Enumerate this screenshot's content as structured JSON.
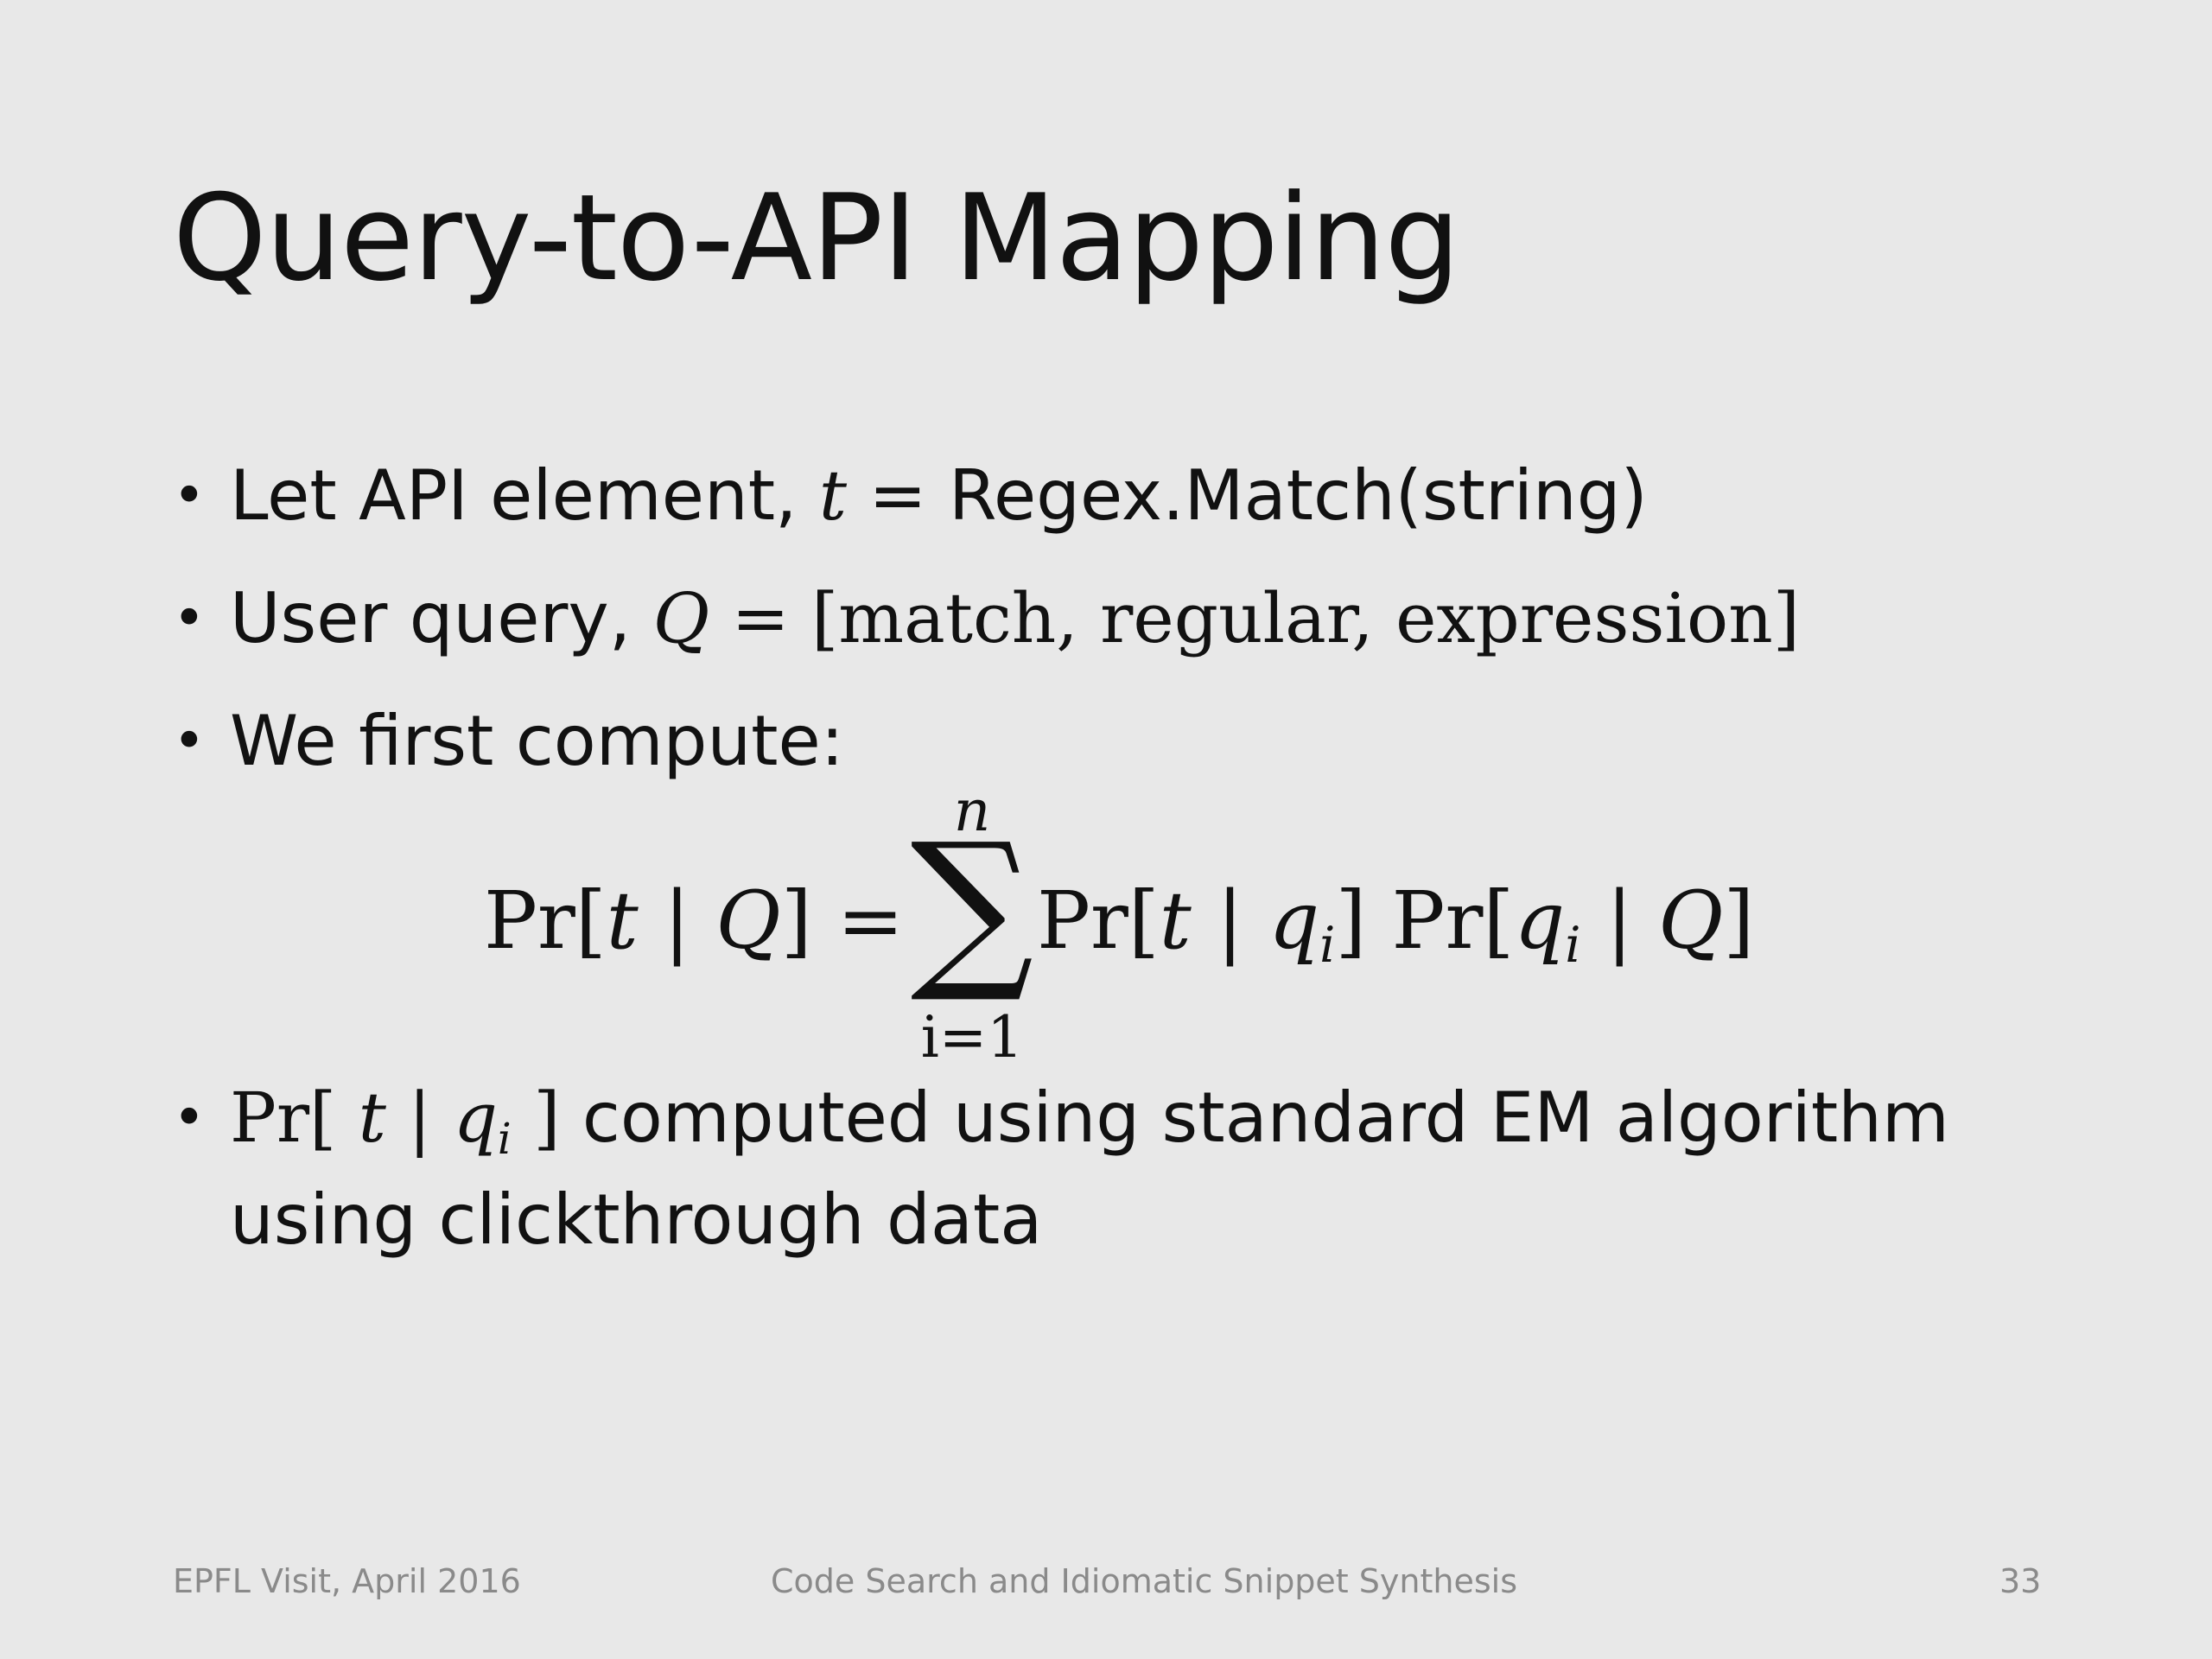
{
  "slide": {
    "title": "Query-to-API Mapping",
    "bullets": [
      {
        "pre": "Let API element, ",
        "var": "t",
        "post": " = Regex.Match(string)"
      },
      {
        "pre": "User query, ",
        "var": "Q",
        "eq": " = ",
        "list": "[match, regular, expression]"
      },
      {
        "text": "We first compute:"
      },
      {
        "m_open": "Pr[ ",
        "var": "t",
        "bar": " | ",
        "q": "q",
        "sub": "i",
        "m_close": " ]",
        "line1": " computed using standard EM algorithm",
        "line2": "using clickthrough data"
      }
    ],
    "formula": {
      "lhs_pr": "Pr[",
      "lhs_t": "t",
      "lhs_bar": " | ",
      "lhs_Q": "Q",
      "lhs_close": "]",
      "eq": " = ",
      "sum_upper": "n",
      "sum_symbol": "∑",
      "sum_lower": "i=1",
      "rhs1_pr": "Pr[",
      "rhs1_t": "t",
      "rhs1_bar": " | ",
      "rhs1_q": "q",
      "rhs1_sub": "i",
      "rhs1_close": "]",
      "rhs2_pr": " Pr[",
      "rhs2_q": "q",
      "rhs2_sub": "i",
      "rhs2_bar": " | ",
      "rhs2_Q": "Q",
      "rhs2_close": "]"
    },
    "footer": {
      "left": "EPFL Visit, April 2016",
      "center": "Code Search and Idiomatic Snippet Synthesis",
      "page_number": "33"
    },
    "colors": {
      "background": "#e8e8e8",
      "text": "#111111",
      "footer_text": "#8a8a8a"
    }
  }
}
